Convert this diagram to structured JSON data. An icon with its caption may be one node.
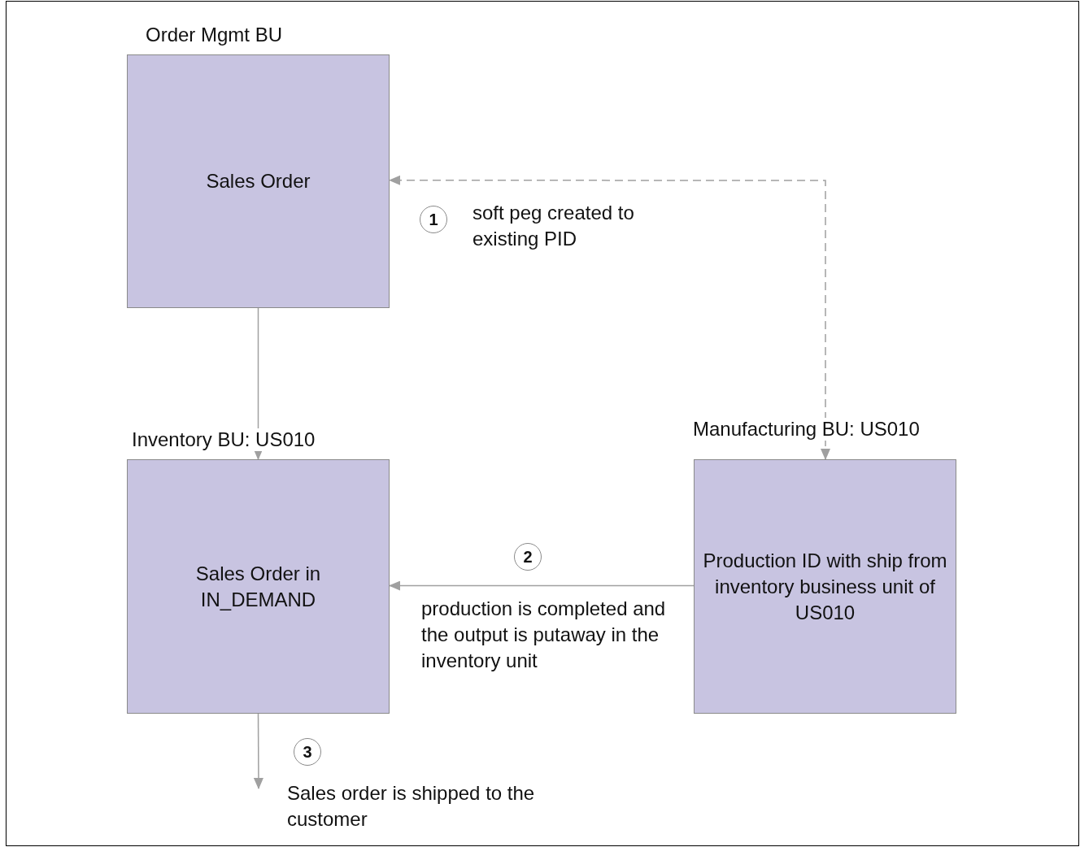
{
  "diagram": {
    "nodes": [
      {
        "text": [
          "Order Mgmt BU",
          "Sales Order"
        ]
      },
      {
        "text": [
          "Inventory BU: US010",
          "Sales Order in IN_DEMAND"
        ]
      },
      {
        "text": [
          "Manufacturing BU: US010",
          "Production ID with ship from inventory business unit of US010"
        ]
      },
      {
        "text": [
          "1"
        ],
        "beside": [
          "soft peg created to existing PID"
        ]
      },
      {
        "text": [
          "2"
        ],
        "beside": [
          "production is completed and the output is putaway in the inventory unit"
        ]
      },
      {
        "text": [
          "3"
        ],
        "beside": [
          "Sales order is shipped to the customer"
        ]
      }
    ],
    "edges": [
      {
        "from": 2,
        "to": 0,
        "arrow": "both",
        "style": "dashed"
      },
      {
        "from": 0,
        "to": 1,
        "arrow": "to"
      },
      {
        "from": 2,
        "to": 1,
        "arrow": "to"
      },
      {
        "from": 1,
        "to": null,
        "arrow": "to"
      }
    ]
  }
}
